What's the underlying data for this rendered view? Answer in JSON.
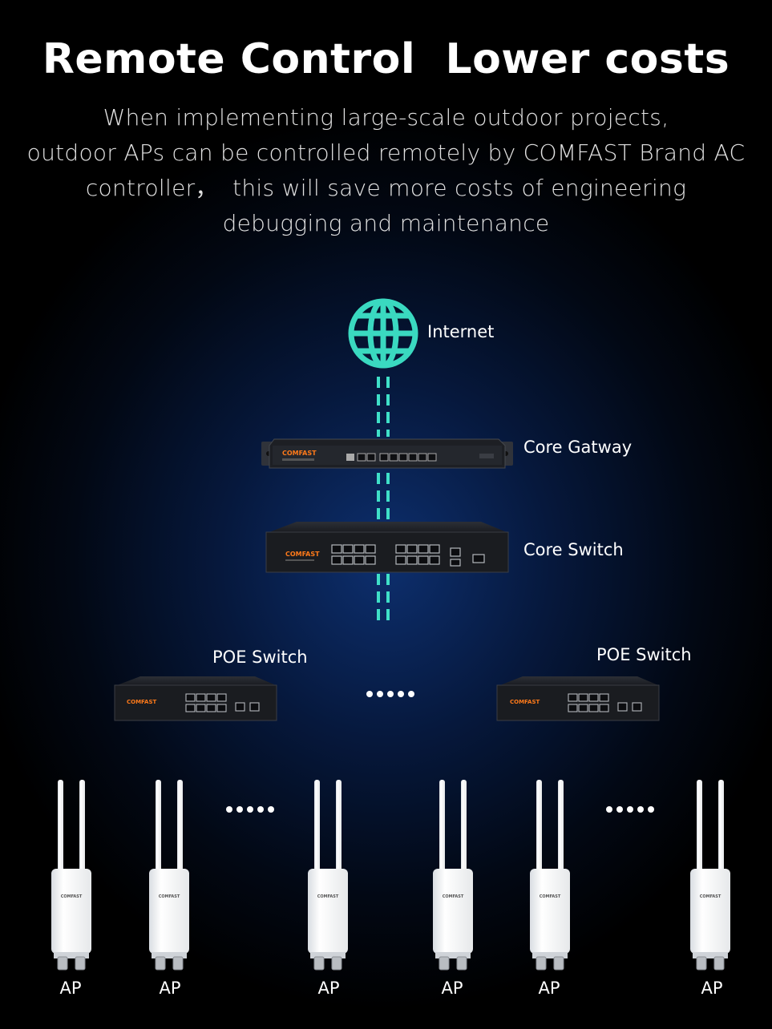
{
  "header": {
    "title": "Remote Control  Lower costs",
    "description_lines": [
      "When implementing large-scale outdoor projects,",
      "outdoor APs can be controlled remotely by COMFAST Brand AC",
      "controller，  this will save more costs of engineering",
      "debugging and maintenance"
    ]
  },
  "nodes": {
    "internet": "Internet",
    "core_gateway": "Core Gatway",
    "core_switch": "Core Switch",
    "poe_switch_left": "POE Switch",
    "poe_switch_right": "POE Switch"
  },
  "brand": "COMFAST",
  "ellipsis": "•••••",
  "ap_labels": [
    "AP",
    "AP",
    "AP",
    "AP",
    "AP",
    "AP"
  ],
  "colors": {
    "link": "#3fe0c8",
    "link_blue": "#2aa6e0",
    "globe": "#3ad9c0",
    "brand_orange": "#ff7a1a",
    "device_body": "#1d1f24"
  }
}
